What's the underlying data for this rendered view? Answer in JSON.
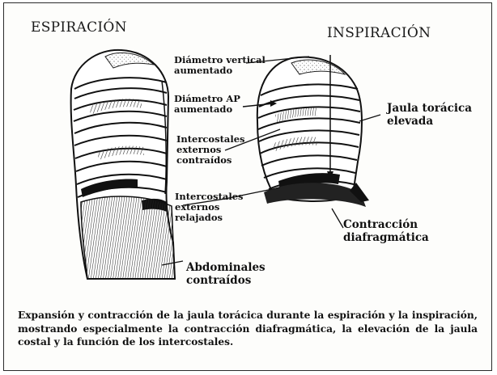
{
  "titles": {
    "left": "ESPIRACIÓN",
    "right": "INSPIRACIÓN"
  },
  "labels": {
    "vertical": "Diámetro vertical\naumentado",
    "ap": "Diámetro AP\naumentado",
    "ic_contracted": "Intercostales\nexternos\ncontraídos",
    "ic_relaxed": "Intercostales\nexternos\nrelajados",
    "abdominals": "Abdominales\ncontraídos",
    "ribcage": "Jaula torácica\nelevada",
    "diaphragm": "Contracción\ndiafragmática"
  },
  "caption": "Expansión y contracción de la jaula torácica durante la espiración y la inspiración, mostrando especialmente la contracción diafragmática, la elevación de la jaula costal y la función de los intercostales."
}
